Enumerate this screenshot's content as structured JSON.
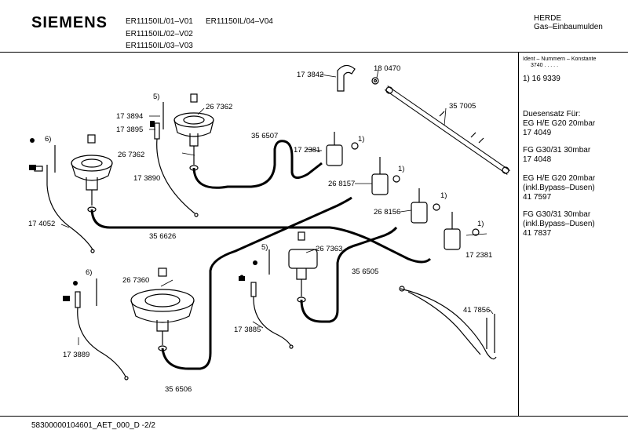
{
  "header": {
    "brand": "SIEMENS",
    "models": [
      "ER11150IL/01–V01",
      "ER11150IL/04–V04",
      "ER11150IL/02–V02",
      "ER11150IL/03–V03"
    ],
    "category": "HERDE",
    "subcategory": "Gas–Einbaumulden"
  },
  "sidebar": {
    "ident_label": "Ident – Nummern – Konstante",
    "ident_value": "3740  .  .  .  .  .",
    "note1": "1)  16 9339",
    "duesensatz": "Duesensatz Für:",
    "set1": [
      "EG H/E G20 20mbar",
      "17 4049"
    ],
    "set2": [
      "FG G30/31 30mbar",
      "17 4048"
    ],
    "set3": [
      "EG H/E G20 20mbar",
      "(inkl.Bypass–Dusen)",
      "41 7597"
    ],
    "set4": [
      "FG G30/31 30mbar",
      "(inkl.Bypass–Dusen)",
      "41 7837"
    ]
  },
  "parts": {
    "p173842": "17 3842",
    "p180470": "18 0470",
    "p357005": "35 7005",
    "p173894": "17 3894",
    "p173895": "17 3895",
    "p267362a": "26 7362",
    "p173890": "17 3890",
    "p267362b": "26 7362",
    "p356507": "35 6507",
    "p172381a": "17 2381",
    "p268157": "26 8157",
    "p268156": "26 8156",
    "p172381b": "17 2381",
    "p174052": "17 4052",
    "p356626": "35 6626",
    "p267363": "26 7363",
    "p356505": "35 6505",
    "p267360": "26 7360",
    "p173885": "17 3885",
    "p417856": "41 7856",
    "p173889": "17 3889",
    "p356506": "35 6506"
  },
  "refs": {
    "r1": "1)",
    "r5": "5)",
    "r6": "6)"
  },
  "footer": "58300000104601_AET_000_D -2/2"
}
